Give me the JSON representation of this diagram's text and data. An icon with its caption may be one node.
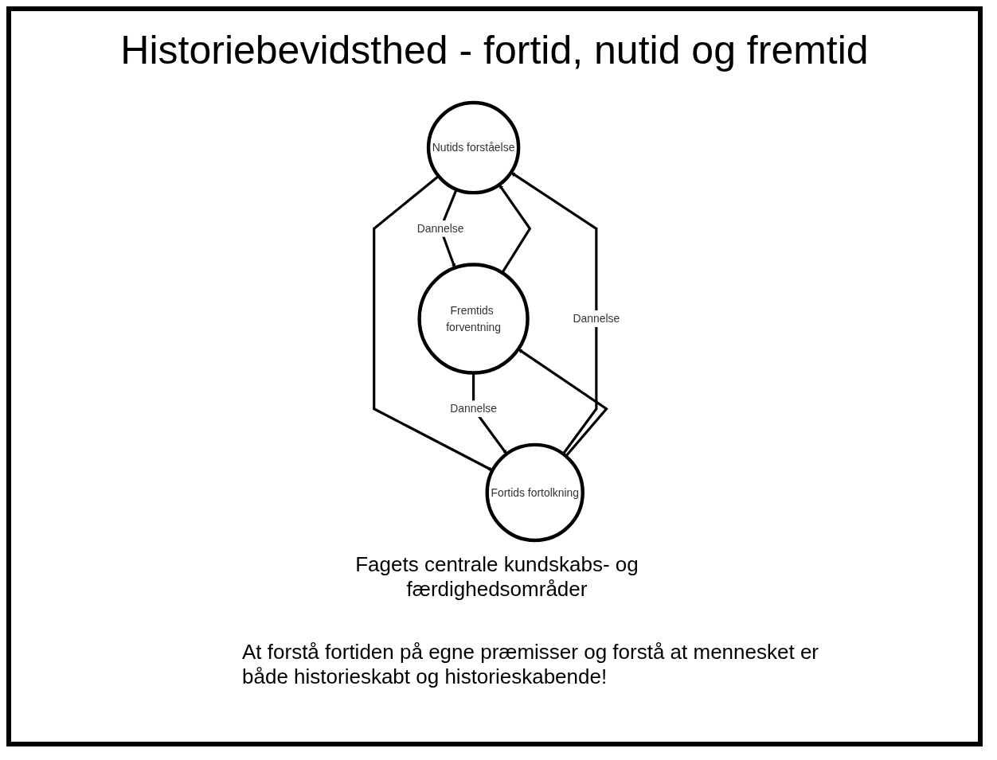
{
  "diagram": {
    "title": "Historiebevidsthed - fortid, nutid og fremtid",
    "nodes": [
      {
        "text": [
          "Nutids forståelse"
        ]
      },
      {
        "text": [
          "Fremtids forventning"
        ]
      },
      {
        "text": [
          "Fortids fortolkning"
        ]
      }
    ],
    "edges": [
      {
        "from": 0,
        "to": 1,
        "arrow": "to",
        "label": "Dannelse"
      },
      {
        "from": 1,
        "to": 0,
        "arrow": "to"
      },
      {
        "from": 0,
        "to": 2,
        "arrow": "to"
      },
      {
        "from": 2,
        "to": 0,
        "arrow": "to",
        "label": "Dannelse"
      },
      {
        "from": 2,
        "to": 1,
        "arrow": "to"
      },
      {
        "from": 1,
        "to": 2,
        "arrow": "to",
        "label": "Dannelse"
      }
    ],
    "labels": [
      "Fagets centrale kundskabs- og færdighedsområder",
      "At forstå fortiden på egne præmisser og forstå at mennesket er både historieskabt og historieskabende!"
    ]
  }
}
